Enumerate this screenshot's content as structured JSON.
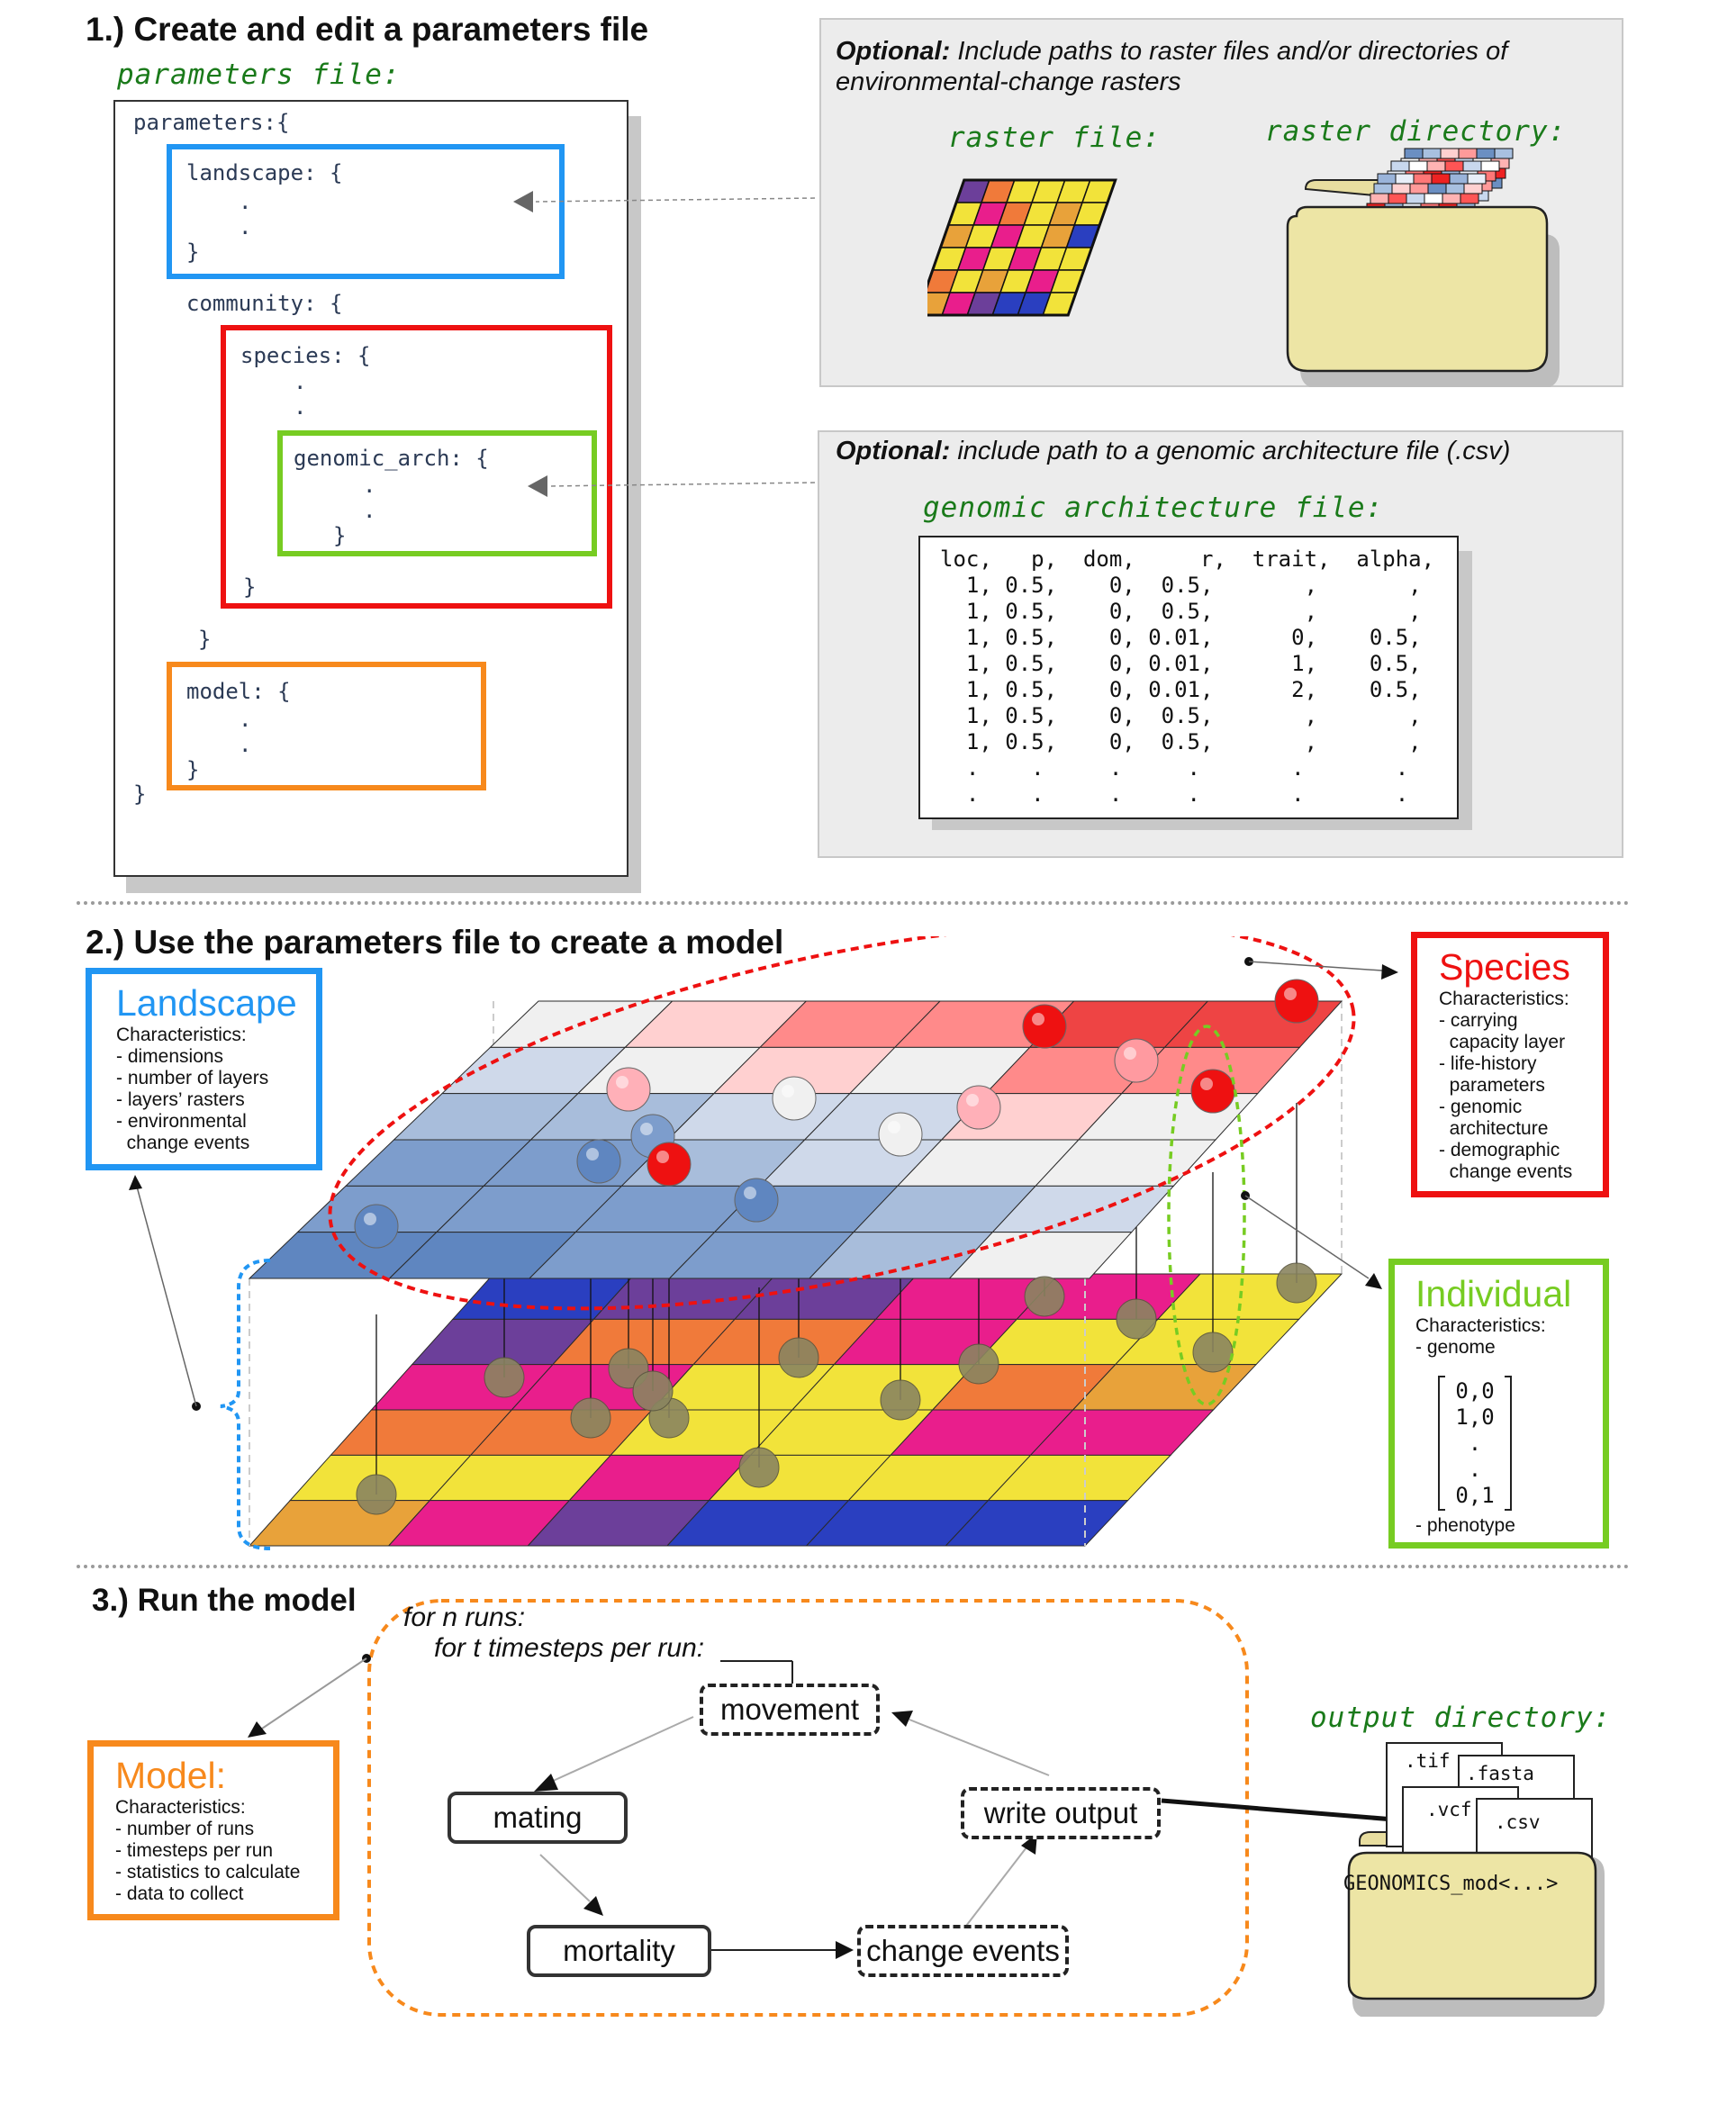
{
  "section1": {
    "title": "1.) Create and edit a parameters file",
    "params_label": "parameters file:",
    "code": {
      "l1": "parameters:{",
      "landscape": "landscape: {",
      "dot": ".",
      "close": "}",
      "community": "community: {",
      "species": "species: {",
      "genomic": "genomic_arch: {",
      "model": "model: {"
    },
    "opt1_bold": "Optional:",
    "opt1_text": " Include paths to raster files and/or directories of environmental-change rasters",
    "raster_file": "raster file:",
    "raster_dir": "raster directory:",
    "opt2_bold": "Optional:",
    "opt2_text": " include path to a genomic architecture file (.csv)",
    "genarch_label": "genomic architecture file:",
    "csv_lines": [
      "loc,   p,  dom,     r,  trait,  alpha,",
      "  1, 0.5,    0,  0.5,       ,       ,",
      "  1, 0.5,    0,  0.5,       ,       ,",
      "  1, 0.5,    0, 0.01,      0,    0.5,",
      "  1, 0.5,    0, 0.01,      1,    0.5,",
      "  1, 0.5,    0, 0.01,      2,    0.5,",
      "  1, 0.5,    0,  0.5,       ,       ,",
      "  1, 0.5,    0,  0.5,       ,       ,",
      "  .    .     .     .       .       .",
      "  .    .     .     .       .       ."
    ]
  },
  "section2": {
    "title": "2.) Use the parameters file to create a model",
    "landscape": {
      "title": "Landscape",
      "lines": [
        "Characteristics:",
        "- dimensions",
        "- number of layers",
        "- layers’ rasters",
        "- environmental",
        "  change events"
      ]
    },
    "species": {
      "title": "Species",
      "lines": [
        "Characteristics:",
        "- carrying",
        "  capacity layer",
        "- life-history",
        "  parameters",
        "- genomic",
        "  architecture",
        "- demographic",
        "  change events"
      ]
    },
    "individual": {
      "title": "Individual",
      "lines": [
        "Characteristics:",
        "- genome"
      ],
      "genome": [
        "0,0",
        "1,0",
        ".",
        ".",
        "0,1"
      ],
      "phenotype": "- phenotype"
    }
  },
  "section3": {
    "title": "3.) Run the model",
    "loop1": "for n runs:",
    "loop2": "for t timesteps per run:",
    "steps": {
      "movement": "movement",
      "mating": "mating",
      "mortality": "mortality",
      "change": "change events",
      "write": "write output"
    },
    "model": {
      "title": "Model:",
      "lines": [
        "Characteristics:",
        "- number of runs",
        "- timesteps per run",
        "- statistics to calculate",
        "- data to collect"
      ]
    },
    "output_label": "output directory:",
    "files": [
      ".tif",
      ".fasta",
      ".vcf",
      ".csv"
    ],
    "folder_name": "GEONOMICS_mod<...>"
  },
  "colors": {
    "blue": "#2196f3",
    "red": "#ee1111",
    "green": "#77cc22",
    "orange": "#f7891c",
    "folder": "#ede5a5"
  }
}
